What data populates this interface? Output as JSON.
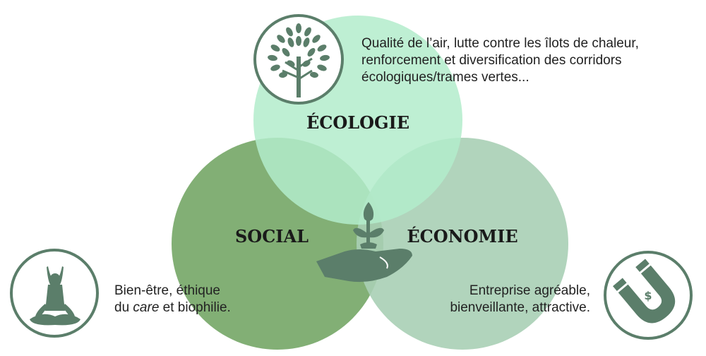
{
  "diagram": {
    "circles": {
      "ecologie": {
        "label": "ÉCOLOGIE",
        "color": "#b3eccb"
      },
      "social": {
        "label": "SOCIAL",
        "color": "#7bab6e"
      },
      "economie": {
        "label": "ÉCONOMIE",
        "color": "#a9cfb5"
      }
    },
    "descriptions": {
      "ecologie": {
        "line1": "Qualité de l’air, lutte contre les îlots de chaleur,",
        "line2": "renforcement et diversification des corridors",
        "line3": "écologiques/trames vertes..."
      },
      "social": {
        "line1": "Bien-être, éthique",
        "line2_prefix": "du ",
        "line2_italic": "care",
        "line2_suffix": " et biophilie."
      },
      "economie": {
        "line1": "Entreprise agréable,",
        "line2": "bienveillante, attractive."
      }
    },
    "icons": [
      "tree-icon",
      "meditation-icon",
      "magnet-icon",
      "hand-plant-icon"
    ],
    "icon_color": "#5b7e6a"
  }
}
